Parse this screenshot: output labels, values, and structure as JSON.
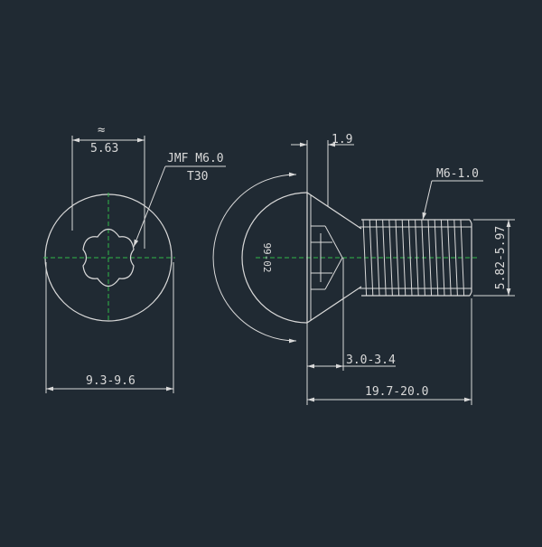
{
  "colors": {
    "background": "#202a33",
    "line": "#d9d9d9",
    "centerline": "#2fb84a"
  },
  "front_view": {
    "approx_symbol": "≈",
    "drive_width": "5.63",
    "drive_callout_line1": "JMF M6.0",
    "drive_callout_line2": "T30",
    "head_diameter": "9.3-9.6"
  },
  "side_view": {
    "head_edge": "1.9",
    "thread_spec": "M6-1.0",
    "head_radius": "99-02",
    "head_height": "3.0-3.4",
    "length": "19.7-20.0",
    "thread_diameter": "5.82-5.97"
  }
}
